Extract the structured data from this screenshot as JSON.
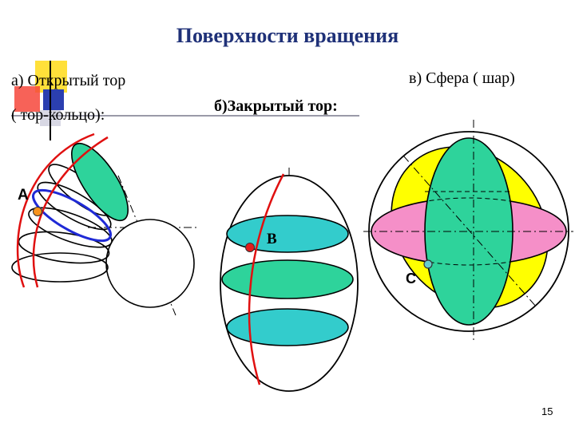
{
  "title": "Поверхности вращения",
  "labels": {
    "open_torus_line1": "а) Открытый тор",
    "open_torus_line2": "( тор-кольцо):",
    "closed_torus": "б)Закрытый тор:",
    "sphere": "в) Сфера ( шар)"
  },
  "points": {
    "a": "А",
    "b": "B",
    "c": "C"
  },
  "page_number": "15",
  "colors": {
    "title": "#1f3178",
    "teal": "#33cccc",
    "green": "#2ed39b",
    "pink": "#f58fc8",
    "yellow": "#ffff00",
    "red_meridian": "#e01010",
    "blue_parallel": "#1f2ad6",
    "point_orange": "#f7941d",
    "point_red": "#e31b1b",
    "point_cyan": "#66cccc"
  }
}
